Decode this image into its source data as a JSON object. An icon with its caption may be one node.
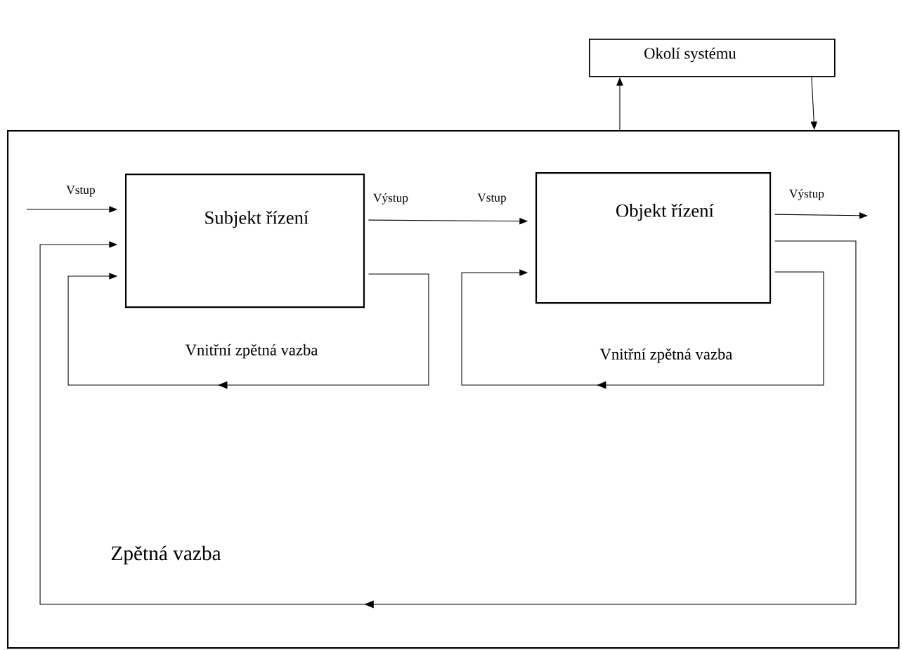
{
  "diagram": {
    "nodes": [
      {
        "text": [
          "Okolí systému"
        ]
      },
      {
        "text": [],
        "shape": "box"
      },
      {
        "text": [
          "Subjekt řízení"
        ],
        "in": 1
      },
      {
        "text": [
          "Objekt řízení"
        ],
        "in": 1
      }
    ],
    "edges": [
      {
        "from": 1,
        "to": 0,
        "arrow": "to"
      },
      {
        "from": 0,
        "to": 1,
        "arrow": "to"
      },
      {
        "from": null,
        "to": 2,
        "arrow": "to",
        "label": "Vstup"
      },
      {
        "from": 2,
        "to": 3,
        "arrow": "to",
        "label": "Výstup"
      },
      {
        "from": 3,
        "to": null,
        "arrow": "to",
        "label": "Výstup"
      },
      {
        "from": 2,
        "to": 2,
        "arrow": "to",
        "label": "Vnitřní zpětná vazba"
      },
      {
        "from": 3,
        "to": 3,
        "arrow": "to",
        "label": "Vnitřní zpětná vazba"
      },
      {
        "from": 3,
        "to": 2,
        "arrow": "to",
        "label": "Zpětná vazba"
      }
    ],
    "labels": [
      "Vstup"
    ]
  }
}
